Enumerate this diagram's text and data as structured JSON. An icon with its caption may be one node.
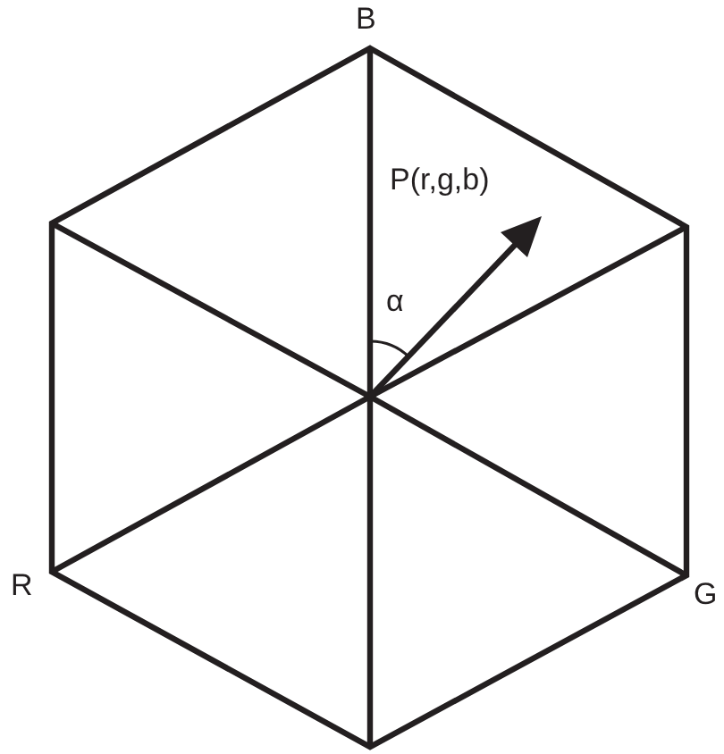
{
  "diagram": {
    "labels": [
      "B",
      "P(r,g,b)",
      "α",
      "R",
      "G"
    ]
  }
}
